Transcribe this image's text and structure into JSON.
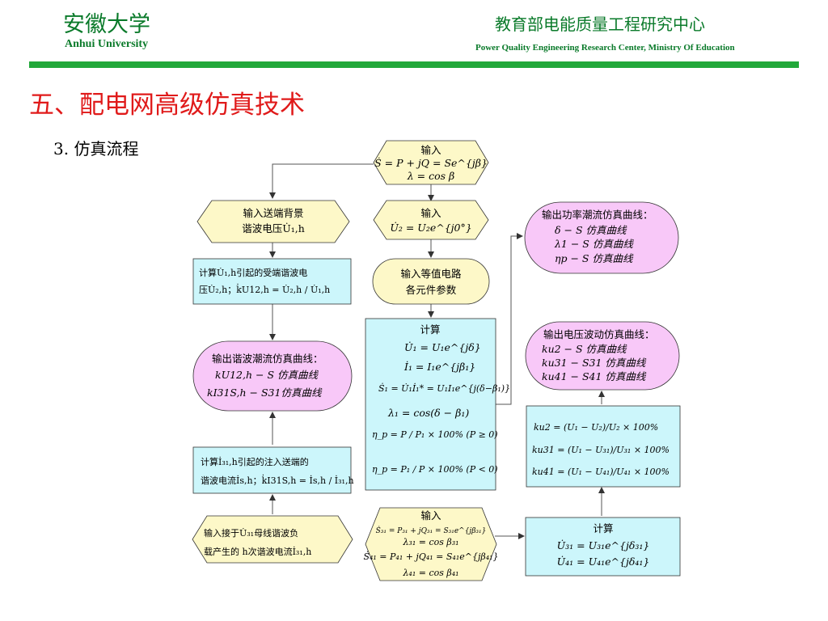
{
  "header": {
    "university_cn": "安徽大学",
    "university_en": "Anhui University",
    "center_cn": "教育部电能质量工程研究中心",
    "center_en": "Power Quality Engineering Research Center, Ministry Of Education"
  },
  "slide": {
    "title": "五、配电网高级仿真技术",
    "subtitle": "3. 仿真流程"
  },
  "flow": {
    "top_input": {
      "label": "输入",
      "eq1": "Ṡ = P + jQ = Se^{jβ}",
      "eq2": "λ = cos β"
    },
    "input_u2": {
      "label": "输入",
      "eq": "U̇₂ = U₂e^{j0°}"
    },
    "input_equiv": {
      "line1": "输入等值电路",
      "line2": "各元件参数"
    },
    "calc_main": {
      "label": "计算",
      "eq1": "U̇₁ = U₁e^{jδ}",
      "eq2": "İ₁ = I₁e^{jβ₁}",
      "eq3": "Ṡ₁ = U̇₁İ₁* = U₁I₁e^{j(δ−β₁)}",
      "eq4": "λ₁ = cos(δ − β₁)",
      "eq5": "η_p = P / P₁ × 100%   (P ≥ 0)",
      "eq6": "η_p = P₁ / P × 100%   (P < 0)"
    },
    "input_harmonic_bg": {
      "line1": "输入送端背景",
      "line2": "谐波电压U̇₁,h"
    },
    "calc_u2h": {
      "line1": "计算U̇₁,h引起的受端谐波电",
      "line2": "压U̇₂,h；k̇U12,h = U̇₂,h / U̇₁,h"
    },
    "output_harmonic_flow": {
      "line1": "输出谐波潮流仿真曲线：",
      "line2": "kU12,h − S  仿真曲线",
      "line3": "kI31S,h − S31仿真曲线"
    },
    "calc_i31": {
      "line1": "计算İ₃₁,h引起的注入送端的",
      "line2": "谐波电流İs,h；k̇I31S,h = İs,h / İ₃₁,h"
    },
    "input_load": {
      "line1": "输入接于U̇₃₁母线谐波负",
      "line2": "载产生的 h次谐波电流İ₃₁,h"
    },
    "input_bottom": {
      "label": "输入",
      "eq1": "Ṡ₃₁ = P₃₁ + jQ₃₁ = S₃₁e^{jβ₃₁}",
      "eq2": "λ₃₁ = cos β₃₁",
      "eq3": "Ṡ₄₁ = P₄₁ + jQ₄₁ = S₄₁e^{jβ₄₁}",
      "eq4": "λ₄₁ = cos β₄₁"
    },
    "calc_u31": {
      "label": "计算",
      "eq1": "U̇₃₁ = U₃₁e^{jδ₃₁}",
      "eq2": "U̇₄₁ = U₄₁e^{jδ₄₁}"
    },
    "calc_ku": {
      "eq1": "ku2 = (U₁ − U₂)/U₂ × 100%",
      "eq2": "ku31 = (U₁ − U₃₁)/U₃₁ × 100%",
      "eq3": "ku41 = (U₁ − U₄₁)/U₄₁ × 100%"
    },
    "output_voltage": {
      "line1": "输出电压波动仿真曲线：",
      "line2": "ku2 − S    仿真曲线",
      "line3": "ku31 − S31 仿真曲线",
      "line4": "ku41 − S41 仿真曲线"
    },
    "output_power": {
      "line1": "输出功率潮流仿真曲线：",
      "line2": "δ − S  仿真曲线",
      "line3": "λ1 − S  仿真曲线",
      "line4": "ηp − S  仿真曲线"
    }
  },
  "colors": {
    "header_green": "#0a7a2a",
    "rule_green": "#22a83a",
    "title_red": "#e01a1a",
    "hex_fill": "#fdf8c8",
    "rect_fill": "#ccf6fb",
    "oval_fill": "#f8c8f8"
  }
}
